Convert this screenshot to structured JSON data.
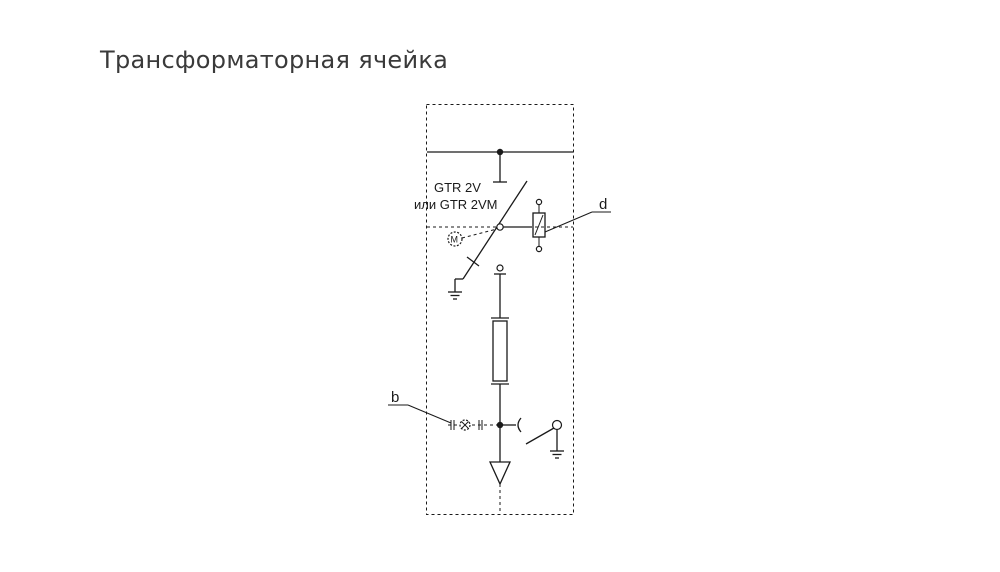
{
  "title": "Трансформаторная ячейка",
  "diagram": {
    "switch_label_line1": "GTR 2V",
    "switch_label_line2": "или GTR 2VM",
    "motor_label": "M",
    "label_d": "d",
    "label_b": "b"
  }
}
